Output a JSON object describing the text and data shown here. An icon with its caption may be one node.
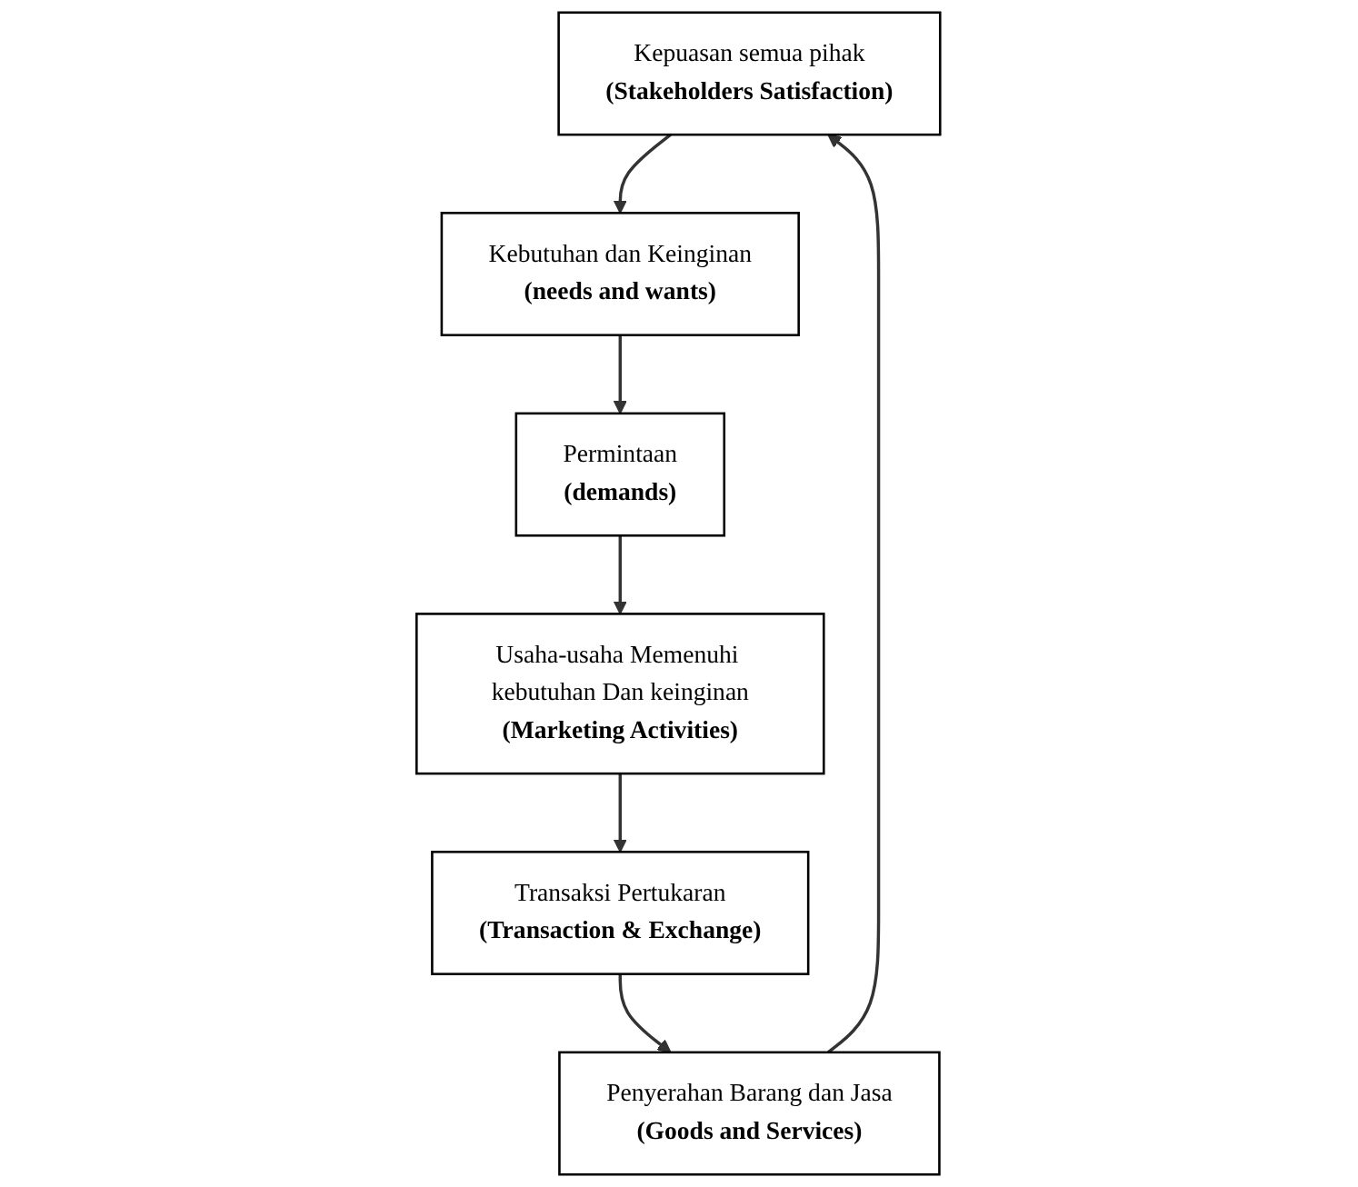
{
  "diagram": {
    "nodes": [
      {
        "text": [
          "Kepuasan semua pihak",
          "(Stakeholders Satisfaction)"
        ]
      },
      {
        "text": [
          "Kebutuhan dan Keinginan",
          "(needs and wants)"
        ]
      },
      {
        "text": [
          "Permintaan",
          "(demands)"
        ]
      },
      {
        "text": [
          "Usaha-usaha Memenuhi kebutuhan Dan keinginan",
          "(Marketing Activities)"
        ]
      },
      {
        "text": [
          "Transaksi Pertukaran",
          "(Transaction & Exchange)"
        ]
      },
      {
        "text": [
          "Penyerahan Barang dan Jasa",
          "(Goods and Services)"
        ]
      }
    ],
    "edges": [
      {
        "from": 0,
        "to": 1,
        "arrow": "to"
      },
      {
        "from": 1,
        "to": 2,
        "arrow": "to"
      },
      {
        "from": 2,
        "to": 3,
        "arrow": "to"
      },
      {
        "from": 3,
        "to": 4,
        "arrow": "to"
      },
      {
        "from": 4,
        "to": 5,
        "arrow": "to"
      },
      {
        "from": 5,
        "to": 0,
        "arrow": "to"
      }
    ]
  }
}
